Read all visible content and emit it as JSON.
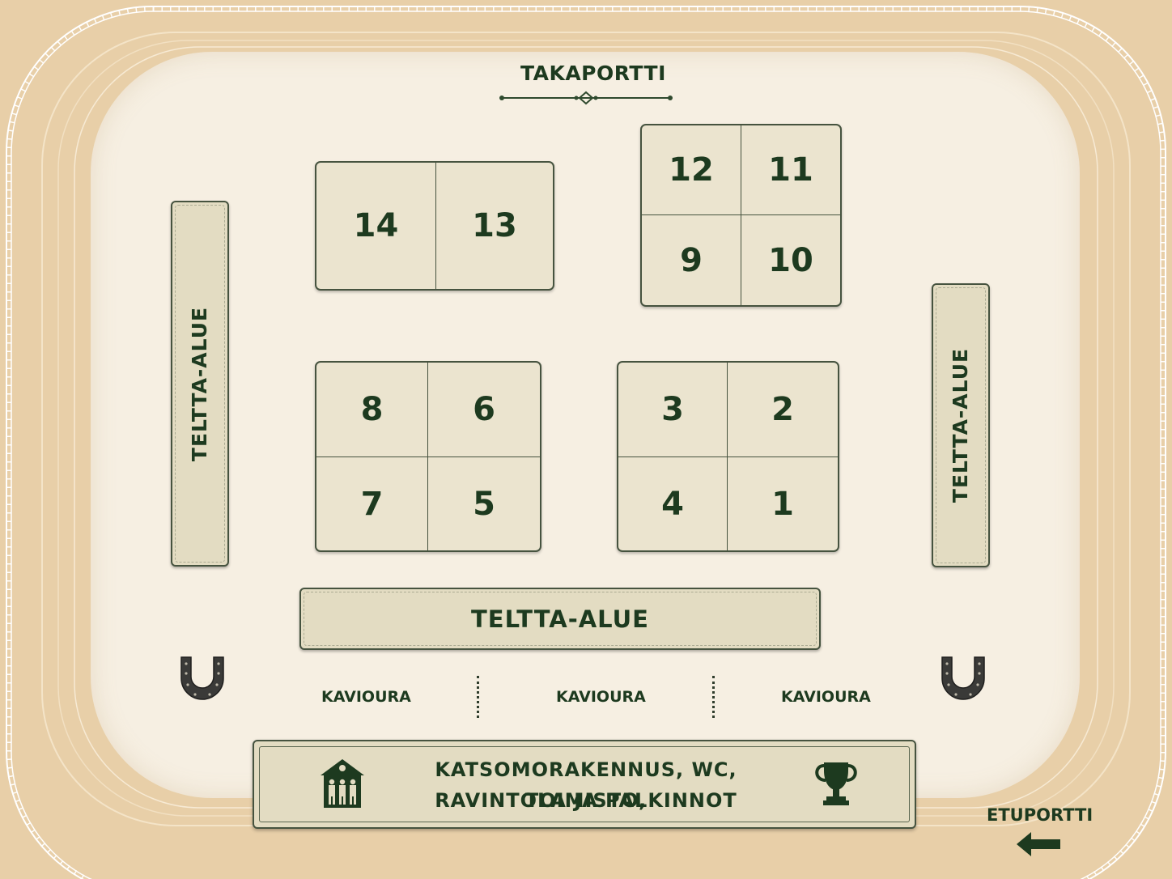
{
  "gates": {
    "back": "TAKAPORTTI",
    "front": "ETUPORTTI"
  },
  "blocks": {
    "b1": [
      "14",
      "13"
    ],
    "b2": [
      "12",
      "11",
      "9",
      "10"
    ],
    "b3": [
      "8",
      "6",
      "7",
      "5"
    ],
    "b4": [
      "3",
      "2",
      "4",
      "1"
    ]
  },
  "tent_areas": {
    "left": "TELTTA-ALUE",
    "right": "TELTTA-ALUE",
    "bottom": "TELTTA-ALUE"
  },
  "paths": [
    "KAVIOURA",
    "KAVIOURA",
    "KAVIOURA"
  ],
  "building": {
    "line1": "KATSOMORAKENNUS, WC, TOIMISTO,",
    "line2": "RAVINTOLA JA PALKINNOT"
  },
  "icons": {
    "building": "grandstand-house-icon",
    "trophy": "trophy-icon",
    "horseshoe": "horseshoe-icon",
    "arrow": "arrow-left-icon"
  },
  "colors": {
    "track": "#e8cfa8",
    "infield": "#f6efe2",
    "block_fill": "#ebe4cf",
    "ink": "#1d3a1f",
    "outline": "#46533f"
  }
}
